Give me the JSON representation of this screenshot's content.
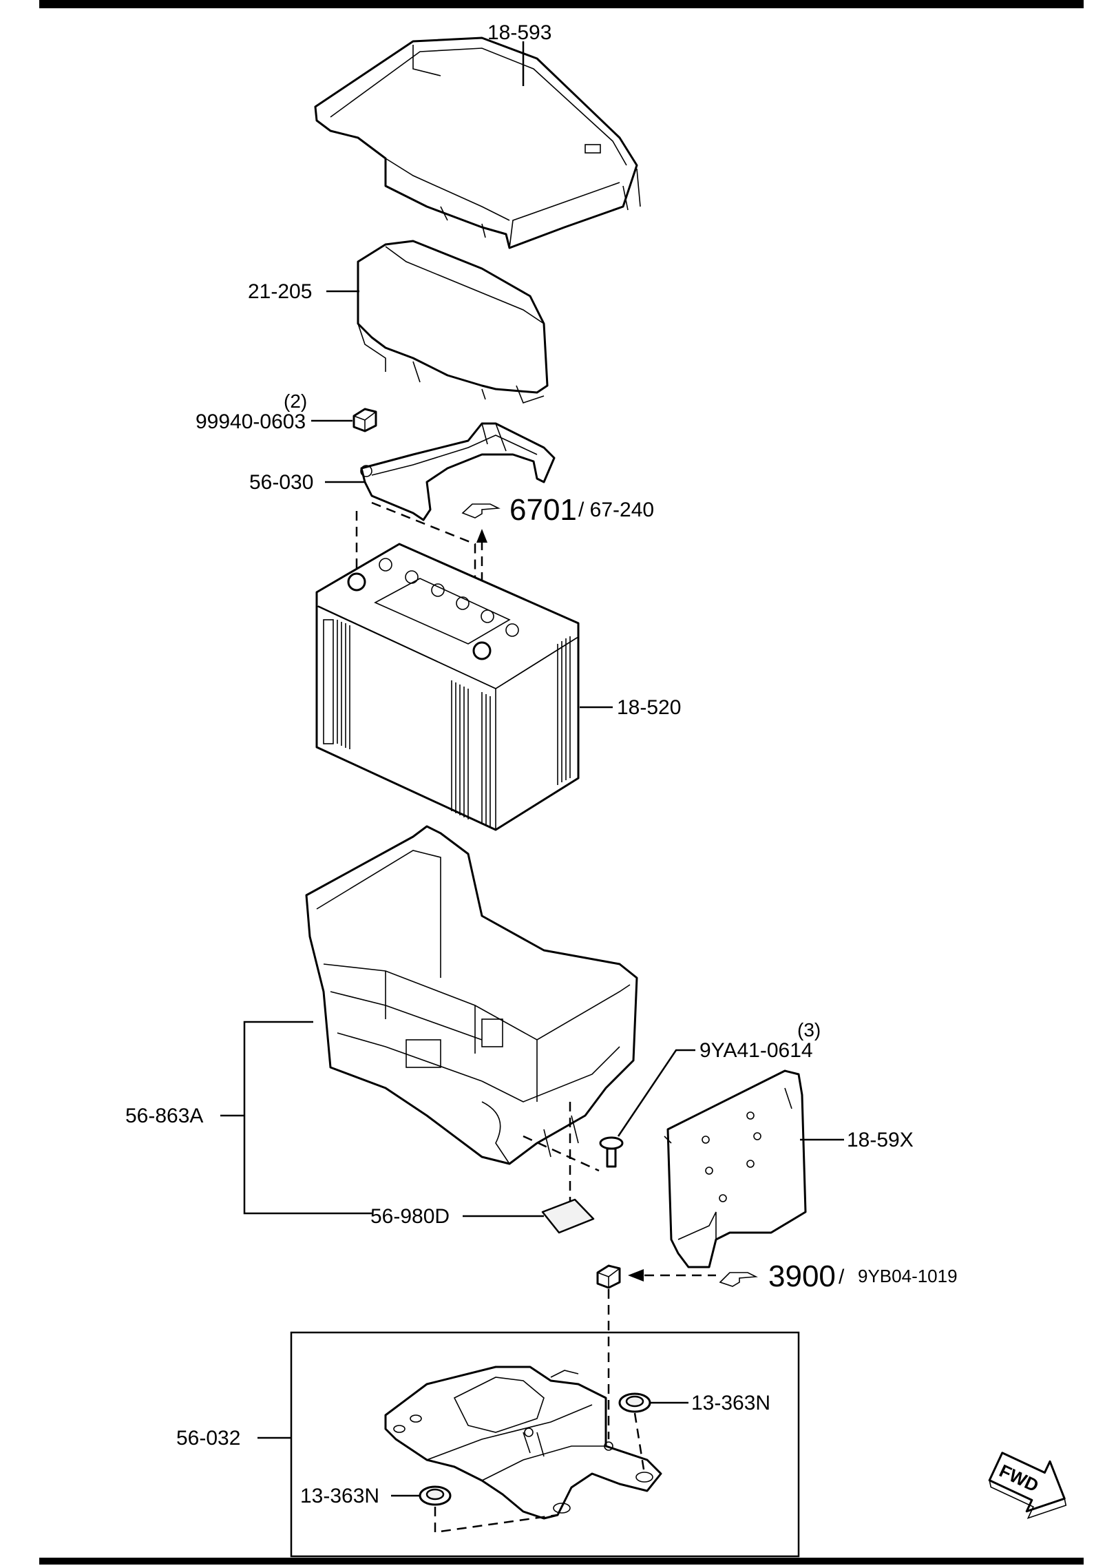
{
  "parts": {
    "cover_top": "18-593",
    "insulator": "21-205",
    "nut": "99940-0603",
    "nut_qty": "(2)",
    "hold_down": "56-030",
    "ref_6701": "6701",
    "ref_6701_sub": "/ 67-240",
    "battery": "18-520",
    "tray_assy": "56-863A",
    "bolt": "9YA41-0614",
    "bolt_qty": "(3)",
    "side_panel": "18-59X",
    "pad": "56-980D",
    "ref_3900": "3900",
    "ref_3900_sub": "/",
    "ref_3900_code": "9YB04-1019",
    "base_bracket": "56-032",
    "grommet_right": "13-363N",
    "grommet_left": "13-363N"
  },
  "fwd_badge": "FWD"
}
